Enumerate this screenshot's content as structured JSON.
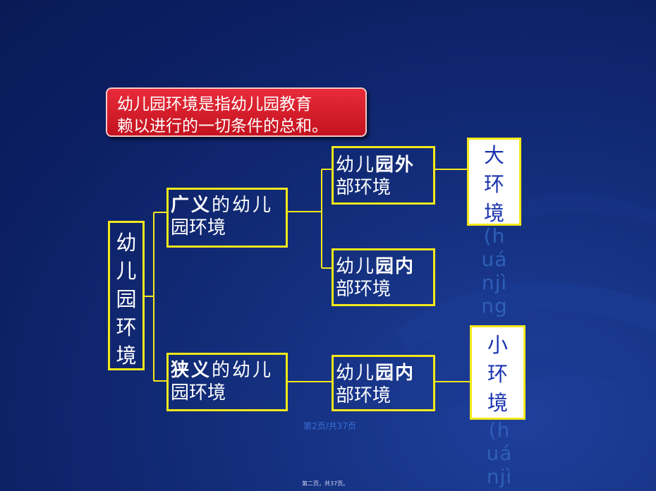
{
  "callout": {
    "line1": "幼儿园环境是指幼儿园教育",
    "line2": "赖以进行的一切条件的总和。"
  },
  "root": {
    "chars": [
      "幼",
      "儿",
      "园",
      "环",
      "境"
    ]
  },
  "broad": {
    "bold": "广义",
    "rest": "的幼儿",
    "line2": "园环境"
  },
  "narrow": {
    "bold": "狭义",
    "rest": "的幼儿",
    "line2": "园环境"
  },
  "outer": {
    "plain": "幼儿",
    "bold": "园外",
    "line2": "部环境"
  },
  "inner1": {
    "plain": "幼儿",
    "bold": "园内",
    "line2": "部环境"
  },
  "inner2": {
    "plain": "幼儿",
    "bold": "园内",
    "line2": "部环境"
  },
  "big_env": {
    "chars": [
      "大",
      "环",
      "境"
    ],
    "pinyin": "(huánjìng"
  },
  "small_env": {
    "chars": [
      "小",
      "环",
      "境"
    ],
    "pinyin": "(huánjì"
  },
  "page_number": "第2页/共37页",
  "footer": "第二页，共37页。",
  "colors": {
    "box_border": "#f3e81a",
    "callout": "#d61c2a",
    "background": "#10267a",
    "env_text": "#1a33b0"
  }
}
